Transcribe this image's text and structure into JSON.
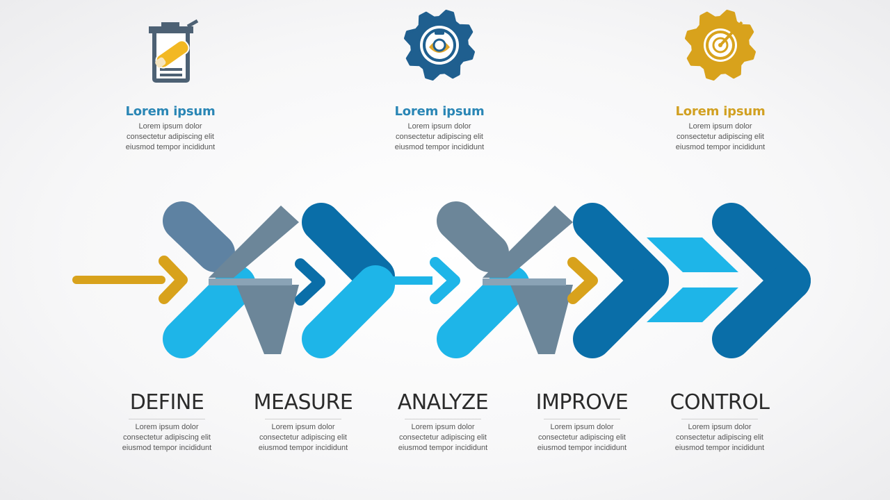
{
  "colors": {
    "slate": "#5e82a2",
    "gray_slate": "#6c8699",
    "sky": "#1eb5e8",
    "navy": "#0a6ea8",
    "gold": "#d8a21c",
    "dark_text": "#2b2b2b"
  },
  "top_items": [
    {
      "icon": "clipboard-pencil-icon",
      "title": "Lorem ipsum",
      "color": "#2a86b5",
      "lines": [
        "Lorem ipsum dolor",
        "consectetur adipiscing elit",
        "eiusmod tempor incididunt"
      ]
    },
    {
      "icon": "gear-magnifier-icon",
      "title": "Lorem ipsum",
      "color": "#2a86b5",
      "lines": [
        "Lorem ipsum dolor",
        "consectetur adipiscing elit",
        "eiusmod tempor incididunt"
      ]
    },
    {
      "icon": "gear-target-icon",
      "title": "Lorem ipsum",
      "color": "#d1a021",
      "lines": [
        "Lorem ipsum dolor",
        "consectetur adipiscing elit",
        "eiusmod tempor incididunt"
      ]
    }
  ],
  "stages": [
    {
      "label": "DEFINE",
      "lines": [
        "Lorem ipsum dolor",
        "consectetur adipiscing elit",
        "eiusmod tempor incididunt"
      ]
    },
    {
      "label": "MEASURE",
      "lines": [
        "Lorem ipsum dolor",
        "consectetur adipiscing elit",
        "eiusmod tempor incididunt"
      ]
    },
    {
      "label": "ANALYZE",
      "lines": [
        "Lorem ipsum dolor",
        "consectetur adipiscing elit",
        "eiusmod tempor incididunt"
      ]
    },
    {
      "label": "IMPROVE",
      "lines": [
        "Lorem ipsum dolor",
        "consectetur adipiscing elit",
        "eiusmod tempor incididunt"
      ]
    },
    {
      "label": "CONTROL",
      "lines": [
        "Lorem ipsum dolor",
        "consectetur adipiscing elit",
        "eiusmod tempor incididunt"
      ]
    }
  ]
}
